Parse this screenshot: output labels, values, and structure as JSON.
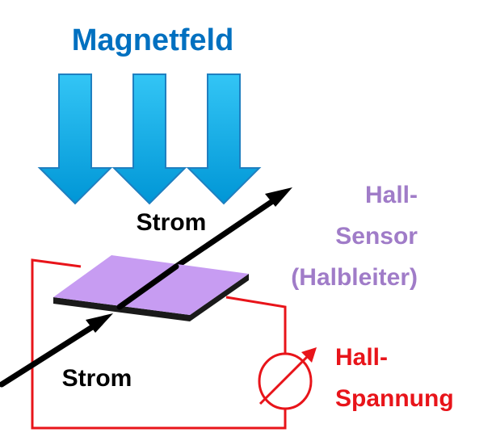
{
  "diagram": {
    "title": "Magnetfeld",
    "current_top": "Strom",
    "current_bottom": "Strom",
    "sensor_line1": "Hall-",
    "sensor_line2": "Sensor",
    "sensor_line3": "(Halbleiter)",
    "voltage_line1": "Hall-",
    "voltage_line2": "Spannung"
  },
  "colors": {
    "title": "#0070c0",
    "field_arrow_top": "#33c5f5",
    "field_arrow_bottom": "#0096d6",
    "field_arrow_stroke": "#1f7fc0",
    "current_arrow": "#000000",
    "sensor_plate_top": "#c79cf2",
    "sensor_plate_side": "#1a1a1a",
    "sensor_text": "#a07cc8",
    "circuit": "#e8141a",
    "voltage_text": "#e8141a",
    "label_text": "#000000"
  },
  "icons": {
    "field_arrows": "down-arrow-icon",
    "voltmeter": "voltmeter-icon"
  }
}
